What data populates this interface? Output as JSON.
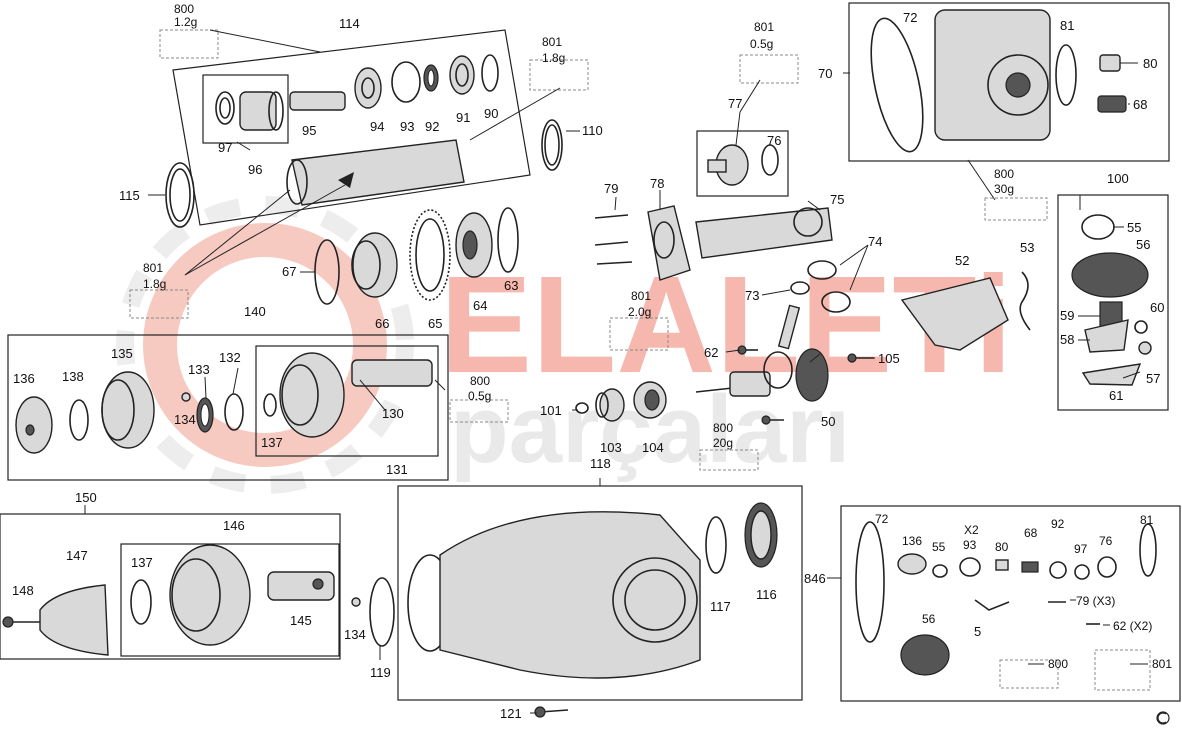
{
  "watermark": {
    "brand_top": "ELALETi",
    "brand_bottom": "parçaları",
    "color_red": "#e8503a",
    "color_grey": "#d0d0d0"
  },
  "grease": {
    "g800_top": [
      "800",
      "1.2g"
    ],
    "g801_top": [
      "801",
      "1.8g"
    ],
    "g801_left": [
      "801",
      "1.8g"
    ],
    "g801_mid": [
      "801",
      "0.5g"
    ],
    "g801_78": [
      "801",
      "2.0g"
    ],
    "g800_130": [
      "800",
      "0.5g"
    ],
    "g800_50": [
      "800",
      "20g"
    ],
    "g800_70": [
      "800",
      "30g"
    ]
  },
  "callouts": {
    "c114": "114",
    "c95": "95",
    "c94": "94",
    "c93": "93",
    "c92": "92",
    "c91": "91",
    "c90": "90",
    "c97": "97",
    "c96": "96",
    "c110": "110",
    "c115": "115",
    "c79": "79",
    "c78": "78",
    "c77": "77",
    "c76": "76",
    "c75": "75",
    "c74": "74",
    "c73": "73",
    "c70": "70",
    "c72": "72",
    "c81": "81",
    "c80": "80",
    "c68": "68",
    "c100": "100",
    "c55": "55",
    "c56": "56",
    "c53": "53",
    "c52": "52",
    "c60": "60",
    "c59": "59",
    "c58": "58",
    "c57": "57",
    "c61": "61",
    "c67": "67",
    "c66": "66",
    "c65": "65",
    "c64": "64",
    "c63": "63",
    "c140": "140",
    "c135": "135",
    "c133": "133",
    "c132": "132",
    "c136": "136",
    "c138": "138",
    "c134": "134",
    "c137": "137",
    "c130": "130",
    "c131": "131",
    "c62": "62",
    "c105": "105",
    "c101": "101",
    "c103": "103",
    "c104": "104",
    "c50": "50",
    "c118": "118",
    "c117": "117",
    "c116": "116",
    "c150": "150",
    "c146": "146",
    "c147": "147",
    "c148": "148",
    "c137b": "137",
    "c145": "145",
    "c134b": "134",
    "c119": "119",
    "c121": "121"
  },
  "kit846": {
    "label": "846",
    "k72": "72",
    "k136": "136",
    "k55": "55",
    "kx2": "X2",
    "k93": "93",
    "k80": "80",
    "k68": "68",
    "k92": "92",
    "k97": "97",
    "k76": "76",
    "k81": "81",
    "k5": "5",
    "k79": "79 (X3)",
    "k62": "62 (X2)",
    "k56": "56",
    "k800": "800",
    "k801": "801"
  }
}
